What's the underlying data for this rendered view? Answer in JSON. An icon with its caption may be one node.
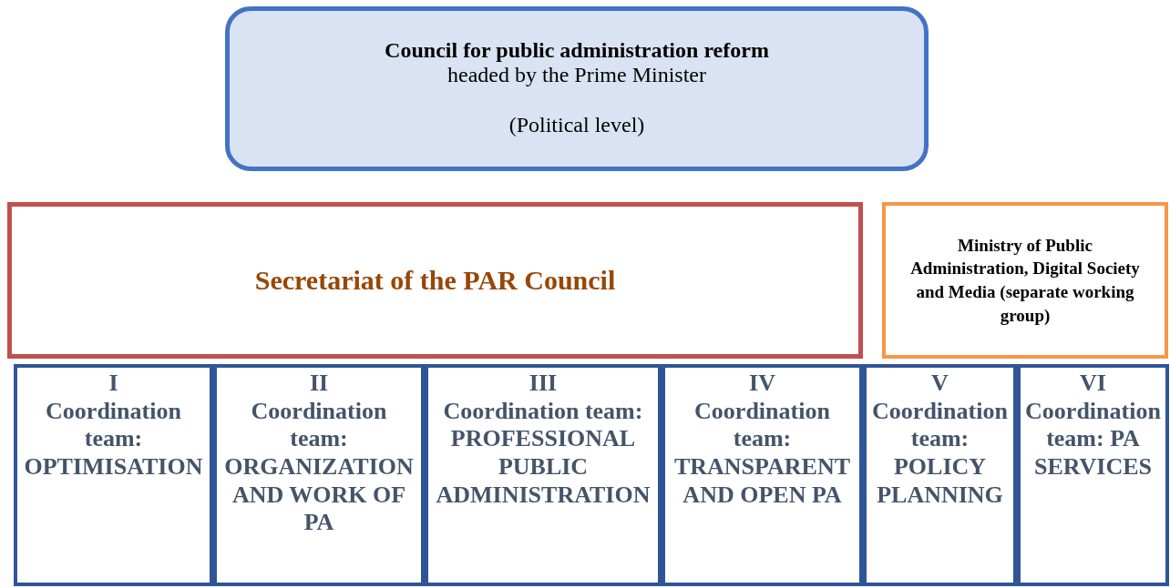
{
  "diagram": {
    "nodes": [
      {
        "text": [
          "Council for public administration reform",
          "headed by the Prime Minister",
          "(Political level)"
        ]
      },
      {
        "text": [
          "Secretariat of the PAR Council"
        ]
      },
      {
        "text": [
          "Ministry of Public Administration, Digital Society and Media (separate working group)"
        ]
      },
      {
        "text": [
          "I",
          "Coordination team: OPTIMISATION"
        ]
      },
      {
        "text": [
          "II",
          "Coordination team: ORGANIZATION AND WORK OF PA"
        ]
      },
      {
        "text": [
          "III",
          "Coordination team: PROFESSIONAL PUBLIC ADMINISTRATION"
        ]
      },
      {
        "text": [
          "IV",
          "Coordination team: TRANSPARENT AND OPEN PA"
        ]
      },
      {
        "text": [
          "V",
          "Coordination team: POLICY PLANNING"
        ]
      },
      {
        "text": [
          "VI",
          "Coordination team: PA SERVICES"
        ]
      }
    ],
    "edges": []
  }
}
